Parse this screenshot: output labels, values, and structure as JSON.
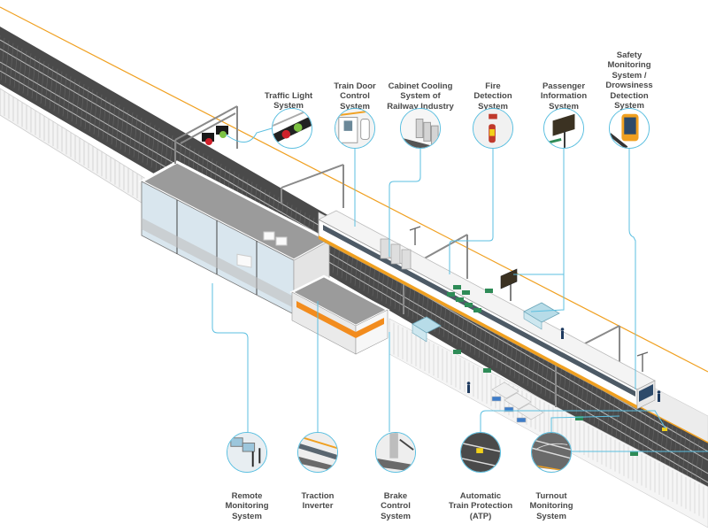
{
  "title": "Railway Station Systems Overview",
  "colors": {
    "callout_line": "#5bbfe0",
    "overhead_wire": "#f0a020",
    "track_dark": "#3a3a3a",
    "track_light": "#8c8c8c",
    "building_roof": "#9b9b9b",
    "building_wall": "#e8e8e8",
    "glass": "#c9dde8",
    "kiosk_accent": "#f28c1e",
    "seat_green": "#2e8b57",
    "train_body": "#f4f4f4",
    "train_stripe": "#f0a020",
    "label_text": "#4a4a4a"
  },
  "top_callouts": [
    {
      "id": "traffic-light",
      "label": [
        "Traffic Light",
        "System"
      ],
      "icon": "traffic-light-icon"
    },
    {
      "id": "train-door",
      "label": [
        "Train Door",
        "Control",
        "System"
      ],
      "icon": "train-door-icon"
    },
    {
      "id": "cabinet-cooling",
      "label": [
        "Cabinet Cooling",
        "System of",
        "Railway Industry"
      ],
      "icon": "cabinet-icon"
    },
    {
      "id": "fire-detection",
      "label": [
        "Fire",
        "Detection",
        "System"
      ],
      "icon": "fire-extinguisher-icon"
    },
    {
      "id": "passenger-info",
      "label": [
        "Passenger",
        "Information",
        "System"
      ],
      "icon": "info-board-icon"
    },
    {
      "id": "safety-monitoring",
      "label": [
        "Safety",
        "Monitoring",
        "System /",
        "Drowsiness",
        "Detection",
        "System"
      ],
      "icon": "driver-cab-icon"
    }
  ],
  "bottom_callouts": [
    {
      "id": "remote-monitoring",
      "label": [
        "Remote",
        "Monitoring",
        "System"
      ],
      "icon": "camera-icon"
    },
    {
      "id": "traction-inverter",
      "label": [
        "Traction",
        "Inverter"
      ],
      "icon": "inverter-icon"
    },
    {
      "id": "brake-control",
      "label": [
        "Brake",
        "Control",
        "System"
      ],
      "icon": "brake-icon"
    },
    {
      "id": "atp",
      "label": [
        "Automatic",
        "Train Protection",
        "(ATP)"
      ],
      "icon": "atp-beacon-icon"
    },
    {
      "id": "turnout-monitoring",
      "label": [
        "Turnout",
        "Monitoring",
        "System"
      ],
      "icon": "turnout-icon"
    }
  ]
}
